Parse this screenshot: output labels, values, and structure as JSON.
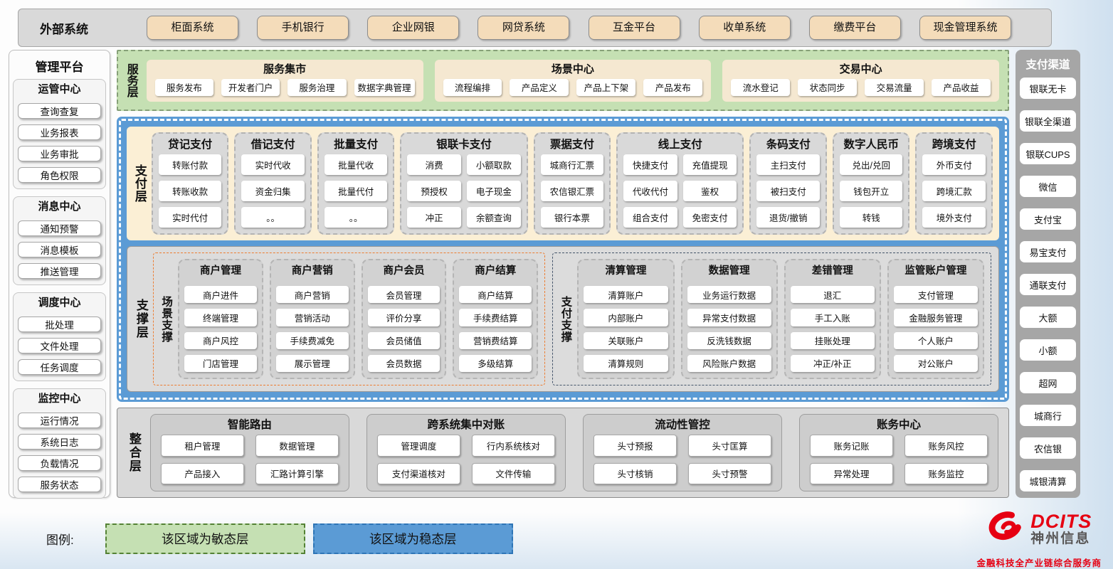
{
  "colors": {
    "green": "#c5e0b3",
    "blue": "#5b9bd5",
    "cream": "#fbefd5",
    "tan": "#f4dcba",
    "gray": "#d9d9d9",
    "orange": "#ed7d31",
    "navy": "#44546a",
    "red": "#e60012"
  },
  "external": {
    "label": "外部系统",
    "systems": [
      "柜面系统",
      "手机银行",
      "企业网银",
      "网贷系统",
      "互金平台",
      "收单系统",
      "缴费平台",
      "现金管理系统"
    ]
  },
  "management": {
    "title": "管理平台",
    "groups": [
      {
        "title": "运管中心",
        "items": [
          "查询查复",
          "业务报表",
          "业务审批",
          "角色权限"
        ]
      },
      {
        "title": "消息中心",
        "items": [
          "通知预警",
          "消息模板",
          "推送管理"
        ]
      },
      {
        "title": "调度中心",
        "items": [
          "批处理",
          "文件处理",
          "任务调度"
        ]
      },
      {
        "title": "监控中心",
        "items": [
          "运行情况",
          "系统日志",
          "负载情况",
          "服务状态"
        ]
      }
    ]
  },
  "service_layer": {
    "label": "服务层",
    "centers": [
      {
        "title": "服务集市",
        "items": [
          "服务发布",
          "开发者门户",
          "服务治理",
          "数据字典管理"
        ]
      },
      {
        "title": "场景中心",
        "items": [
          "流程编排",
          "产品定义",
          "产品上下架",
          "产品发布"
        ]
      },
      {
        "title": "交易中心",
        "items": [
          "流水登记",
          "状态同步",
          "交易流量",
          "产品收益"
        ]
      }
    ]
  },
  "payment_layer": {
    "label": "支付层",
    "groups": [
      {
        "title": "贷记支付",
        "cols": 1,
        "items": [
          "转账付款",
          "转账收款",
          "实时代付"
        ]
      },
      {
        "title": "借记支付",
        "cols": 1,
        "items": [
          "实时代收",
          "资金归集",
          "。。"
        ]
      },
      {
        "title": "批量支付",
        "cols": 1,
        "items": [
          "批量代收",
          "批量代付",
          "。。"
        ]
      },
      {
        "title": "银联卡支付",
        "cols": 2,
        "items": [
          "消费",
          "小额取款",
          "预授权",
          "电子现金",
          "冲正",
          "余额查询"
        ]
      },
      {
        "title": "票据支付",
        "cols": 1,
        "items": [
          "城商行汇票",
          "农信银汇票",
          "银行本票"
        ]
      },
      {
        "title": "线上支付",
        "cols": 2,
        "items": [
          "快捷支付",
          "充值提现",
          "代收代付",
          "鉴权",
          "组合支付",
          "免密支付"
        ]
      },
      {
        "title": "条码支付",
        "cols": 1,
        "items": [
          "主扫支付",
          "被扫支付",
          "退货/撤销"
        ]
      },
      {
        "title": "数字人民币",
        "cols": 1,
        "items": [
          "兑出/兑回",
          "钱包开立",
          "转钱"
        ]
      },
      {
        "title": "跨境支付",
        "cols": 1,
        "items": [
          "外币支付",
          "跨境汇款",
          "境外支付"
        ]
      }
    ]
  },
  "support_layer": {
    "label": "支撑层",
    "sections": [
      {
        "label": "场景支撑",
        "groups": [
          {
            "title": "商户管理",
            "items": [
              "商户进件",
              "终端管理",
              "商户风控",
              "门店管理"
            ]
          },
          {
            "title": "商户营销",
            "items": [
              "商户营销",
              "营销活动",
              "手续费减免",
              "展示管理"
            ]
          },
          {
            "title": "商户会员",
            "items": [
              "会员管理",
              "评价分享",
              "会员储值",
              "会员数据"
            ]
          },
          {
            "title": "商户结算",
            "items": [
              "商户结算",
              "手续费结算",
              "营销费结算",
              "多级结算"
            ]
          }
        ]
      },
      {
        "label": "支付支撑",
        "groups": [
          {
            "title": "清算管理",
            "items": [
              "清算账户",
              "内部账户",
              "关联账户",
              "清算规则"
            ]
          },
          {
            "title": "数据管理",
            "items": [
              "业务运行数据",
              "异常支付数据",
              "反洗钱数据",
              "风险账户数据"
            ]
          },
          {
            "title": "差错管理",
            "items": [
              "退汇",
              "手工入账",
              "挂账处理",
              "冲正/补正"
            ]
          },
          {
            "title": "监管账户管理",
            "items": [
              "支付管理",
              "金融服务管理",
              "个人账户",
              "对公账户"
            ]
          }
        ]
      }
    ]
  },
  "integration_layer": {
    "label": "整合层",
    "modules": [
      {
        "title": "智能路由",
        "items": [
          "租户管理",
          "数据管理",
          "产品接入",
          "汇路计算引擎"
        ]
      },
      {
        "title": "跨系统集中对账",
        "items": [
          "管理调度",
          "行内系统核对",
          "支付渠道核对",
          "文件传输"
        ]
      },
      {
        "title": "流动性管控",
        "items": [
          "头寸预报",
          "头寸匡算",
          "头寸核销",
          "头寸预警"
        ]
      },
      {
        "title": "账务中心",
        "items": [
          "账务记账",
          "账务风控",
          "异常处理",
          "账务监控"
        ]
      }
    ]
  },
  "channels": {
    "title": "支付渠道",
    "items": [
      "银联无卡",
      "银联全渠道",
      "银联CUPS",
      "微信",
      "支付宝",
      "易宝支付",
      "通联支付",
      "大额",
      "小额",
      "超网",
      "城商行",
      "农信银",
      "城银清算"
    ]
  },
  "legend": {
    "label": "图例:",
    "items": [
      {
        "text": "该区域为敏态层",
        "type": "agile"
      },
      {
        "text": "该区域为稳态层",
        "type": "stable"
      }
    ]
  },
  "logo": {
    "brand": "DCITS",
    "company": "神州信息",
    "tagline": "金融科技全产业链综合服务商"
  }
}
